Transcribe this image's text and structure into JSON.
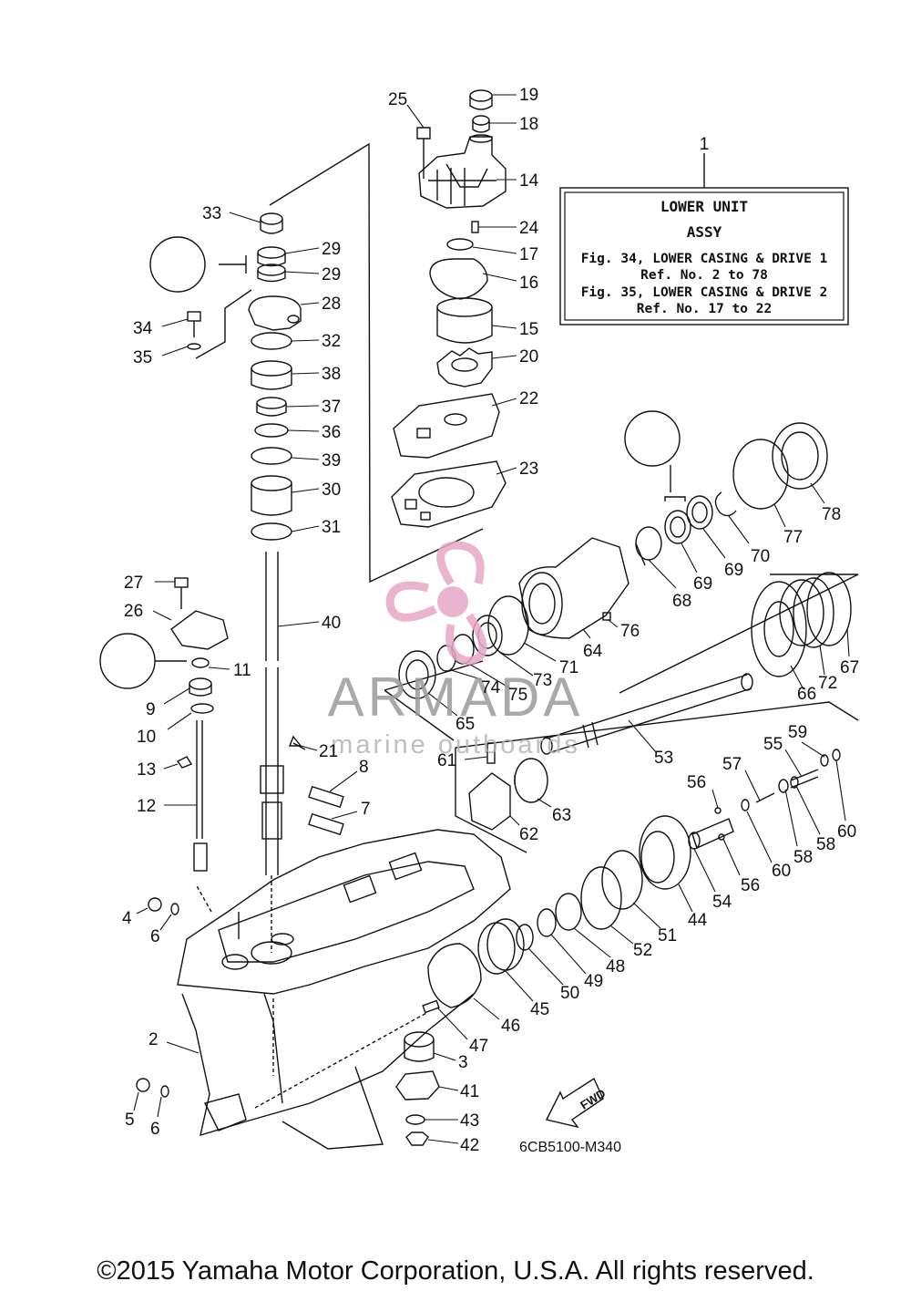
{
  "info_box": {
    "ref_number": "1",
    "line1": "LOWER UNIT",
    "line2": "ASSY",
    "line3": "Fig. 34, LOWER CASING & DRIVE 1",
    "line4": "Ref. No. 2 to 78",
    "line5": "Fig. 35, LOWER CASING & DRIVE 2",
    "line6": "Ref. No. 17 to 22"
  },
  "watermark": {
    "brand": "ARMADA",
    "tagline": "marine outboards",
    "brand_color": "#e7a8c6"
  },
  "diagram_code": "6CB5100-M340",
  "fwd_label": "FWD",
  "copyright": "©2015 Yamaha Motor Corporation, U.S.A. All rights reserved.",
  "callouts": [
    {
      "id": "c19",
      "label": "19"
    },
    {
      "id": "c25",
      "label": "25"
    },
    {
      "id": "c18",
      "label": "18"
    },
    {
      "id": "c14",
      "label": "14"
    },
    {
      "id": "c24",
      "label": "24"
    },
    {
      "id": "c17",
      "label": "17"
    },
    {
      "id": "c16",
      "label": "16"
    },
    {
      "id": "c15",
      "label": "15"
    },
    {
      "id": "c20",
      "label": "20"
    },
    {
      "id": "c22",
      "label": "22"
    },
    {
      "id": "c23",
      "label": "23"
    },
    {
      "id": "c33",
      "label": "33"
    },
    {
      "id": "c29a",
      "label": "29"
    },
    {
      "id": "c29b",
      "label": "29"
    },
    {
      "id": "c28",
      "label": "28"
    },
    {
      "id": "c34",
      "label": "34"
    },
    {
      "id": "c35",
      "label": "35"
    },
    {
      "id": "c32",
      "label": "32"
    },
    {
      "id": "c38",
      "label": "38"
    },
    {
      "id": "c37",
      "label": "37"
    },
    {
      "id": "c36",
      "label": "36"
    },
    {
      "id": "c39",
      "label": "39"
    },
    {
      "id": "c30",
      "label": "30"
    },
    {
      "id": "c31",
      "label": "31"
    },
    {
      "id": "c40",
      "label": "40"
    },
    {
      "id": "c27",
      "label": "27"
    },
    {
      "id": "c26",
      "label": "26"
    },
    {
      "id": "c11",
      "label": "11"
    },
    {
      "id": "c9",
      "label": "9"
    },
    {
      "id": "c10",
      "label": "10"
    },
    {
      "id": "c21",
      "label": "21"
    },
    {
      "id": "c13",
      "label": "13"
    },
    {
      "id": "c8",
      "label": "8"
    },
    {
      "id": "c7",
      "label": "7"
    },
    {
      "id": "c12",
      "label": "12"
    },
    {
      "id": "c4",
      "label": "4"
    },
    {
      "id": "c6a",
      "label": "6"
    },
    {
      "id": "c2",
      "label": "2"
    },
    {
      "id": "c5",
      "label": "5"
    },
    {
      "id": "c6b",
      "label": "6"
    },
    {
      "id": "c78",
      "label": "78"
    },
    {
      "id": "c77",
      "label": "77"
    },
    {
      "id": "c70",
      "label": "70"
    },
    {
      "id": "c69a",
      "label": "69"
    },
    {
      "id": "c69b",
      "label": "69"
    },
    {
      "id": "c68",
      "label": "68"
    },
    {
      "id": "c76",
      "label": "76"
    },
    {
      "id": "c64",
      "label": "64"
    },
    {
      "id": "c71",
      "label": "71"
    },
    {
      "id": "c73",
      "label": "73"
    },
    {
      "id": "c75",
      "label": "75"
    },
    {
      "id": "c74",
      "label": "74"
    },
    {
      "id": "c65",
      "label": "65"
    },
    {
      "id": "c67",
      "label": "67"
    },
    {
      "id": "c72",
      "label": "72"
    },
    {
      "id": "c66",
      "label": "66"
    },
    {
      "id": "c53",
      "label": "53"
    },
    {
      "id": "c61",
      "label": "61"
    },
    {
      "id": "c63",
      "label": "63"
    },
    {
      "id": "c62",
      "label": "62"
    },
    {
      "id": "c59",
      "label": "59"
    },
    {
      "id": "c55",
      "label": "55"
    },
    {
      "id": "c57",
      "label": "57"
    },
    {
      "id": "c56a",
      "label": "56"
    },
    {
      "id": "c60a",
      "label": "60"
    },
    {
      "id": "c58a",
      "label": "58"
    },
    {
      "id": "c58b",
      "label": "58"
    },
    {
      "id": "c60b",
      "label": "60"
    },
    {
      "id": "c56b",
      "label": "56"
    },
    {
      "id": "c54",
      "label": "54"
    },
    {
      "id": "c44",
      "label": "44"
    },
    {
      "id": "c51",
      "label": "51"
    },
    {
      "id": "c52",
      "label": "52"
    },
    {
      "id": "c48",
      "label": "48"
    },
    {
      "id": "c49",
      "label": "49"
    },
    {
      "id": "c50",
      "label": "50"
    },
    {
      "id": "c45",
      "label": "45"
    },
    {
      "id": "c46",
      "label": "46"
    },
    {
      "id": "c47",
      "label": "47"
    },
    {
      "id": "c3",
      "label": "3"
    },
    {
      "id": "c41",
      "label": "41"
    },
    {
      "id": "c43",
      "label": "43"
    },
    {
      "id": "c42",
      "label": "42"
    }
  ]
}
